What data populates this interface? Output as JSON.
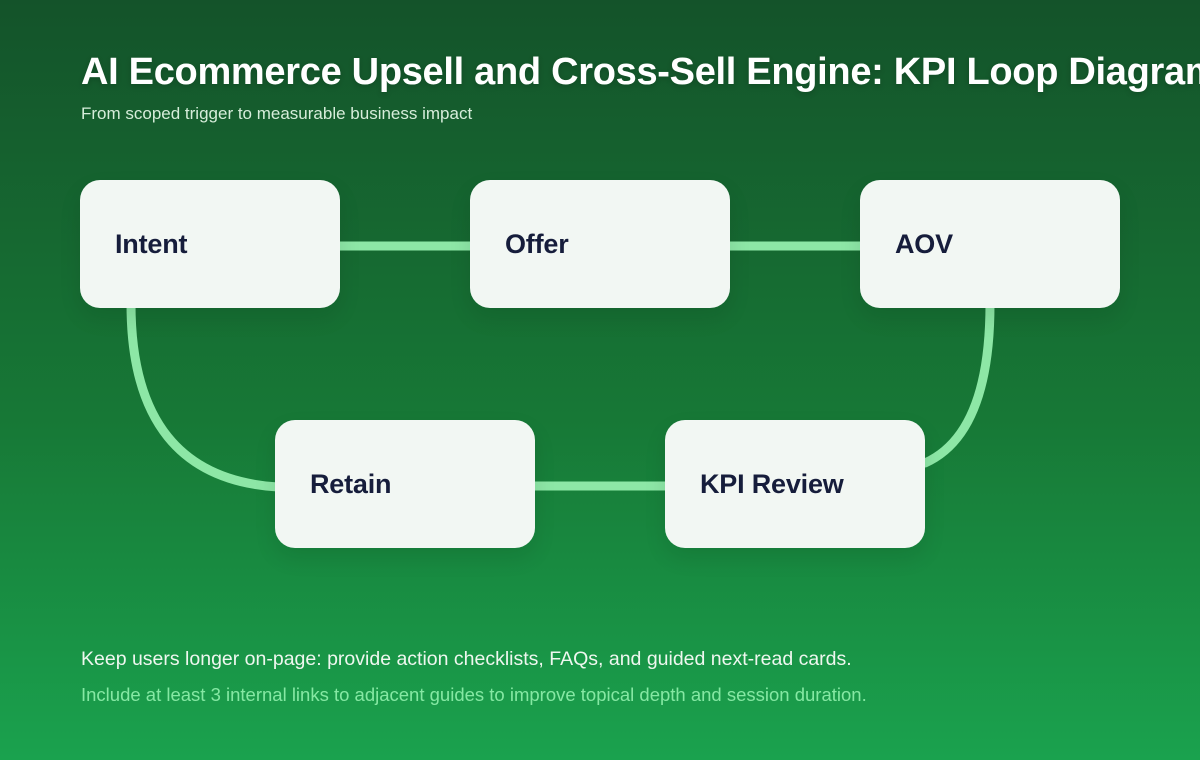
{
  "header": {
    "title": "AI Ecommerce Upsell and Cross-Sell Engine: KPI Loop Diagram",
    "subtitle": "From scoped trigger to measurable business impact"
  },
  "diagram": {
    "type": "loop-flowchart",
    "nodes": [
      {
        "id": "intent",
        "label": "Intent"
      },
      {
        "id": "offer",
        "label": "Offer"
      },
      {
        "id": "aov",
        "label": "AOV"
      },
      {
        "id": "retain",
        "label": "Retain"
      },
      {
        "id": "kpi-review",
        "label": "KPI Review"
      }
    ],
    "edges": [
      {
        "from": "Intent",
        "to": "Offer"
      },
      {
        "from": "Offer",
        "to": "AOV"
      },
      {
        "from": "AOV",
        "to": "KPI Review"
      },
      {
        "from": "KPI Review",
        "to": "Retain"
      },
      {
        "from": "Retain",
        "to": "Intent"
      }
    ]
  },
  "footer": {
    "line1": "Keep users longer on-page: provide action checklists, FAQs, and guided next-read cards.",
    "line2": "Include at least 3 internal links to adjacent guides to improve topical depth and session duration."
  },
  "colors": {
    "background_top": "#14532a",
    "background_bottom": "#1aa24e",
    "node_background": "#f2f7f3",
    "node_text": "#161d3b",
    "connector": "#8de7a6",
    "title_text": "#ffffff",
    "subtitle_text": "#d6edda",
    "footer_main_text": "#eef7ef",
    "footer_hint_text": "#85e8a3"
  }
}
